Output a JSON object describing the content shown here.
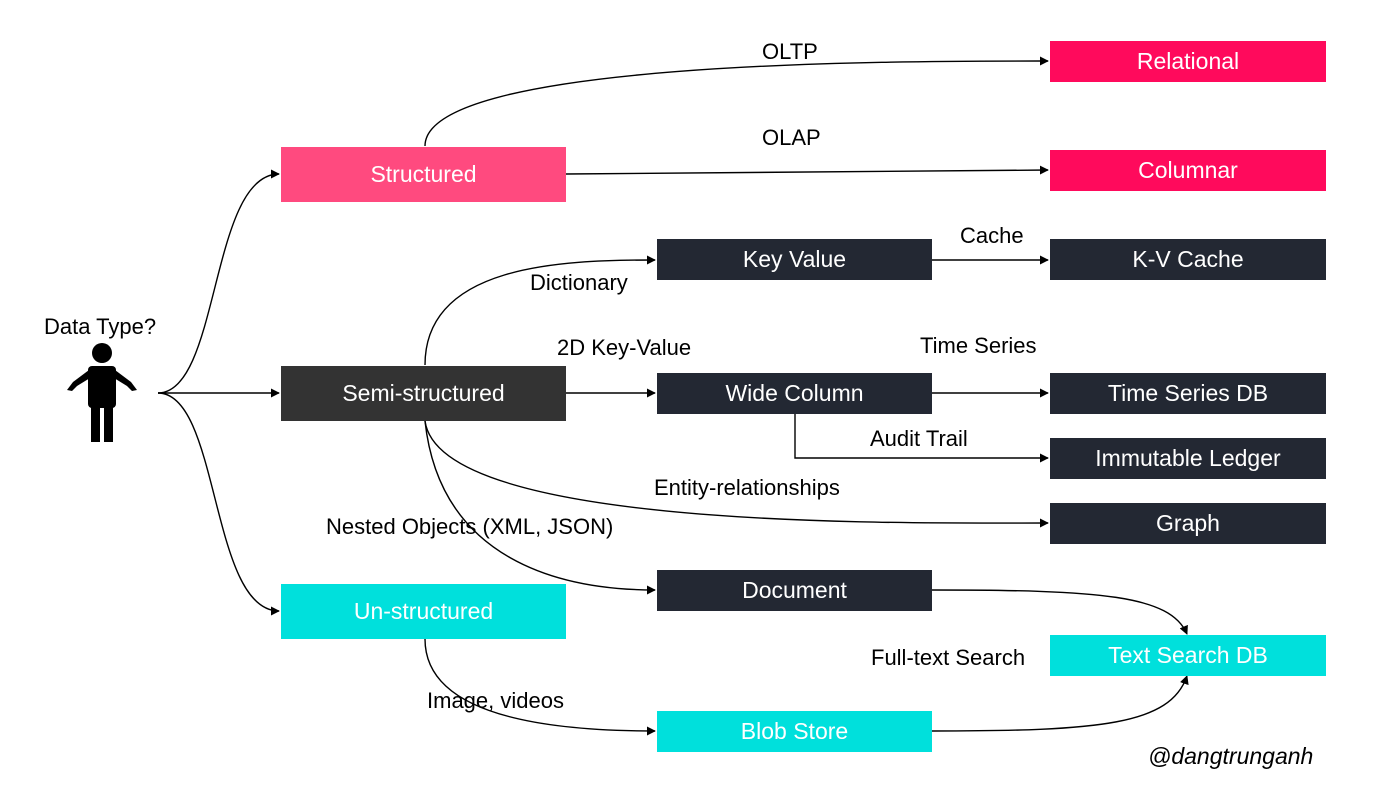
{
  "question": "Data Type?",
  "categories": {
    "structured": "Structured",
    "semi_structured": "Semi-structured",
    "unstructured": "Un-structured"
  },
  "databases": {
    "relational": "Relational",
    "columnar": "Columnar",
    "key_value": "Key Value",
    "kv_cache": "K-V Cache",
    "wide_column": "Wide Column",
    "time_series_db": "Time Series DB",
    "immutable_ledger": "Immutable Ledger",
    "graph": "Graph",
    "document": "Document",
    "text_search_db": "Text Search DB",
    "blob_store": "Blob Store"
  },
  "edge_labels": {
    "oltp": "OLTP",
    "olap": "OLAP",
    "cache": "Cache",
    "dictionary": "Dictionary",
    "two_d_key_value": "2D Key-Value",
    "time_series": "Time Series",
    "audit_trail": "Audit Trail",
    "entity_relationships": "Entity-relationships",
    "nested_objects": "Nested Objects (XML, JSON)",
    "full_text_search": "Full-text Search",
    "image_videos": "Image, videos"
  },
  "signature": "@dangtrunganh",
  "colors": {
    "structured": "#ff4a7f",
    "relational_columnar": "#ff0a5c",
    "dark_box": "#232833",
    "semi_structured": "#333333",
    "cyan": "#00e0dc"
  }
}
